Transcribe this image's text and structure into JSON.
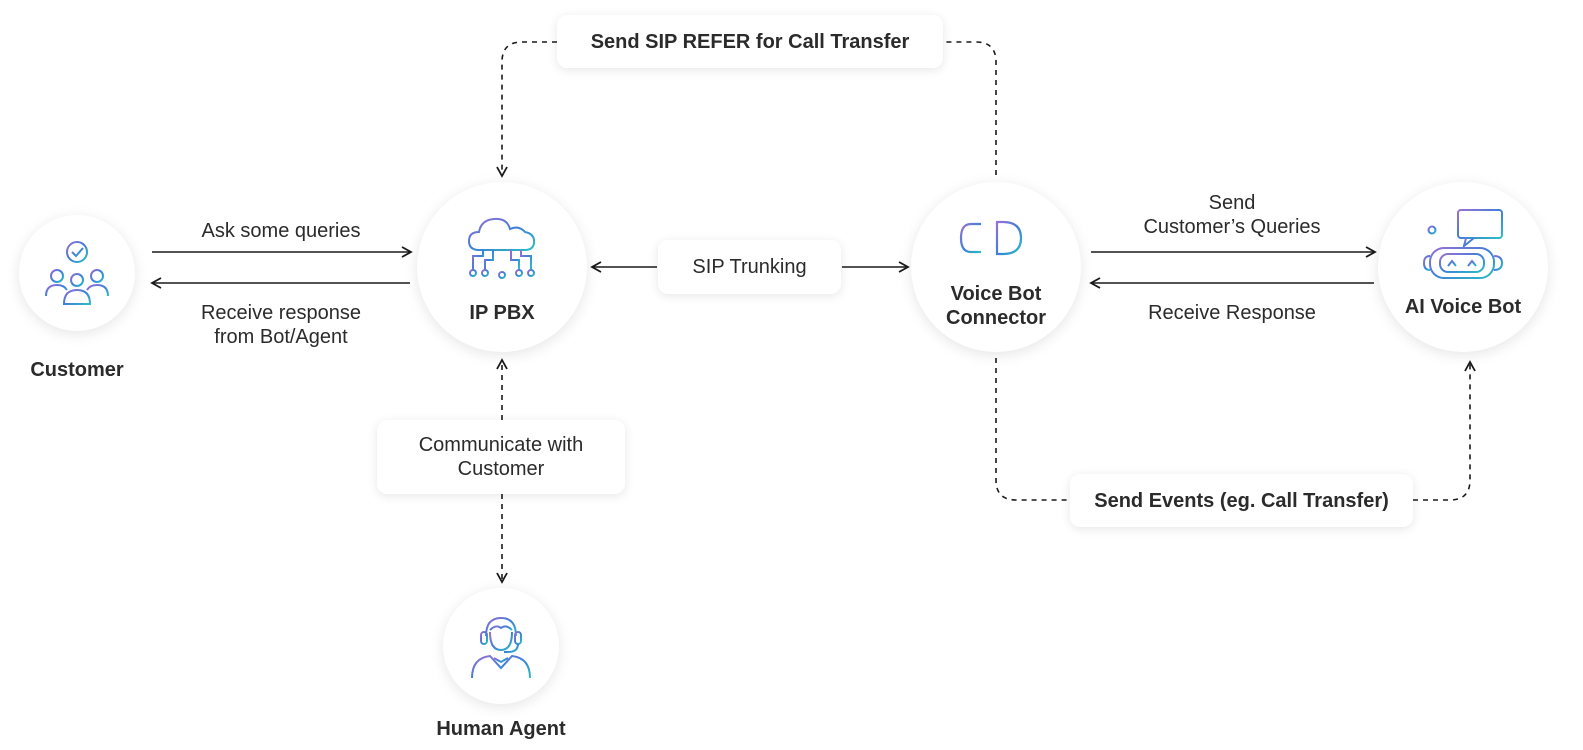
{
  "nodes": {
    "customer": {
      "label": "Customer",
      "icon": "customer-group-icon"
    },
    "ip_pbx": {
      "label": "IP PBX",
      "icon": "cloud-network-icon"
    },
    "connector": {
      "label_line1": "Voice Bot",
      "label_line2": "Connector",
      "icon": "plug-connector-icon"
    },
    "ai_bot": {
      "label": "AI Voice Bot",
      "icon": "robot-chat-icon"
    },
    "agent": {
      "label": "Human Agent",
      "icon": "headset-agent-icon"
    }
  },
  "edges": {
    "ask_queries": "Ask some queries",
    "receive_response_line1": "Receive response",
    "receive_response_line2": "from Bot/Agent",
    "sip_trunking": "SIP Trunking",
    "send_queries_line1": "Send",
    "send_queries_line2": "Customer’s Queries",
    "receive_response_bot": "Receive Response",
    "sip_refer": "Send SIP REFER for Call Transfer",
    "communicate_line1": "Communicate with",
    "communicate_line2": "Customer",
    "send_events": "Send Events (eg. Call Transfer)"
  },
  "colors": {
    "gradient_start": "#9b6fd4",
    "gradient_mid": "#3f7fd8",
    "gradient_end": "#2bbdc4",
    "arrow": "#1a1a1a"
  }
}
